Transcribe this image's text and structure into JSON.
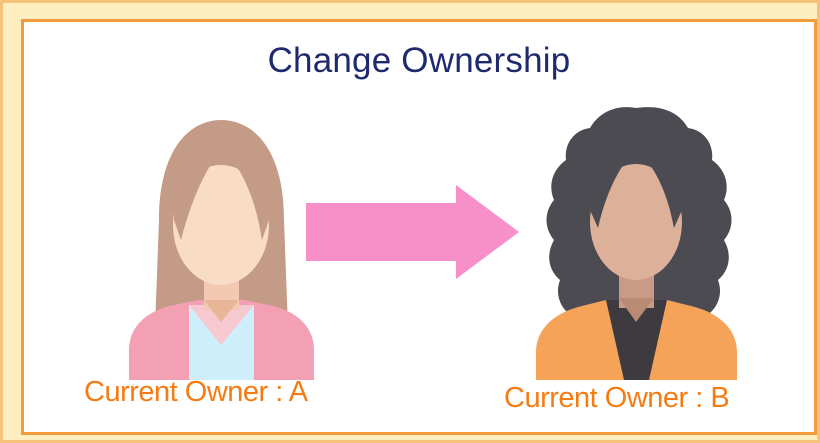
{
  "title": "Change Ownership",
  "owners": [
    {
      "label": "Current Owner : A",
      "icon": "woman-long-hair-icon"
    },
    {
      "label": "Current Owner : B",
      "icon": "woman-curly-hair-icon"
    }
  ],
  "arrow_icon": "right-arrow-icon",
  "colors": {
    "background": "#fdeec0",
    "frame_border": "#f39a3c",
    "title": "#1f2a6e",
    "label": "#f57c14",
    "arrow": "#f78fc9"
  }
}
